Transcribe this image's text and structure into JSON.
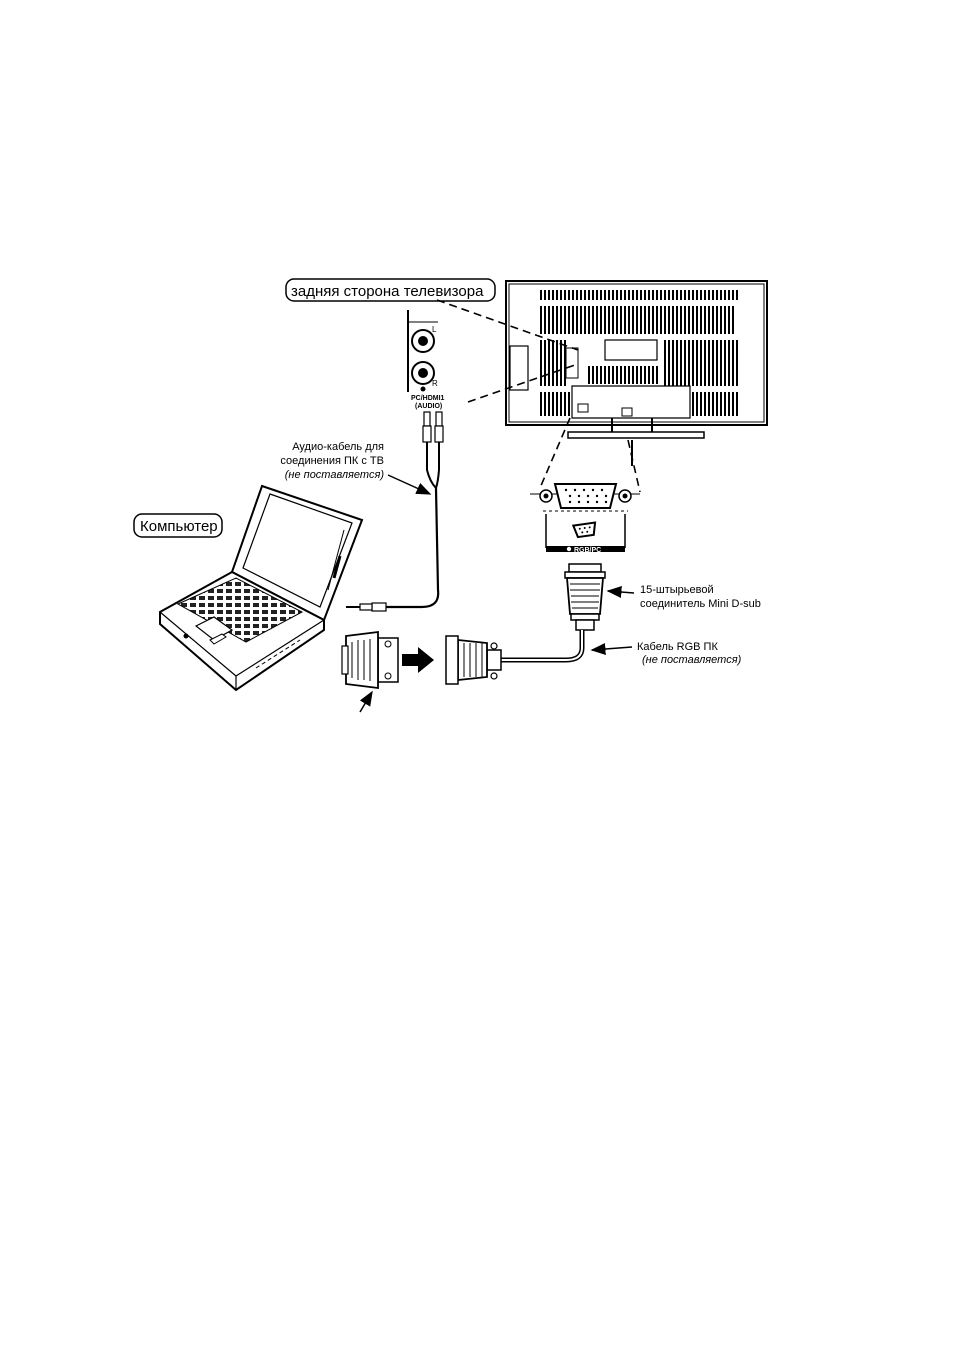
{
  "labels": {
    "tv_back": "задняя сторона телевизора",
    "computer": "Компьютер",
    "audio_cable_1": "Аудио-кабель для",
    "audio_cable_2": "соединения ПК с ТВ",
    "audio_cable_note": "(не поставляется)",
    "dsub_1": "15-штырьевой",
    "dsub_2": "соединитель Mini D-sub",
    "rgb_cable": "Кабель RGB ПК",
    "rgb_cable_note": "(не поставляется)",
    "port_audio_1": "PC/HDMI1",
    "port_audio_2": "(AUDIO)",
    "port_l": "L",
    "port_r": "R",
    "port_rgb": "RGB/PC"
  }
}
